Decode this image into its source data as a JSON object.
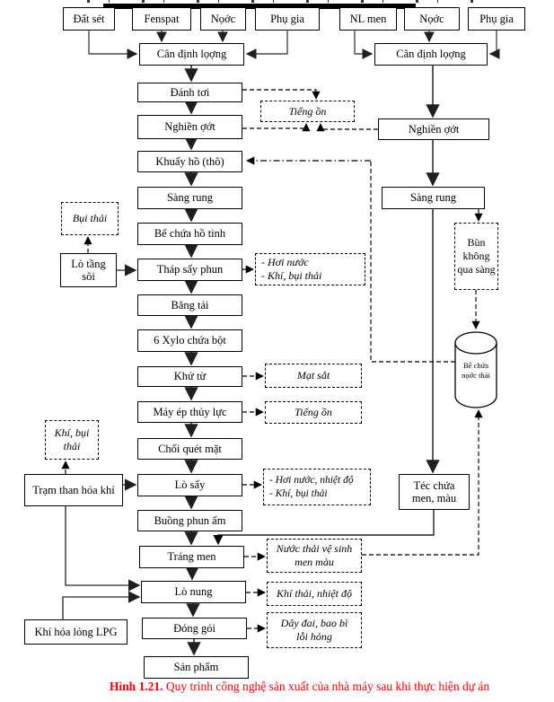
{
  "colors": {
    "flow_line": "#4a4a4a",
    "dashed_line": "#000000",
    "box_border": "#000000",
    "caption": "#ff0000"
  },
  "nodes": {
    "dat_set": "Đất sét",
    "fenspat": "Fenspat",
    "nuoc_1": "Nọớc",
    "phu_gia_1": "Phụ gia",
    "nl_men": "NL men",
    "nuoc_2": "Nọớc",
    "phu_gia_2": "Phụ gia",
    "can_dinh_luong_1": "Cân định lọợng",
    "can_dinh_luong_2": "Cân định lọợng",
    "danh_toi": "Đánh tơi",
    "nghien_uot_1": "Nghiền ợớt",
    "khuay_ho": "Khuấy hồ (thô)",
    "sang_rung_1": "Sàng rung",
    "be_chua_ho_tinh": "Bể chứa hồ tinh",
    "thap_say_phun": "Tháp sấy phun",
    "bang_tai": "Băng tải",
    "xylo": "6 Xylo chứa bột",
    "khu_tu": "Khử từ",
    "may_ep": "Máy ép thủy lực",
    "choi_quet": "Chổi quét mặt",
    "lo_say": "Lò sấy",
    "buong_phun_am": "Buồng phun ẩm",
    "trang_men": "Tráng men",
    "lo_nung": "Lò nung",
    "dong_goi": "Đóng gói",
    "san_pham": "Sản phẩm",
    "lo_tang_soi": "Lò tầng sôi",
    "tram_than": "Trạm than hóa khí",
    "lpg": "Khí hóa lỏng LPG",
    "nghien_uot_2": "Nghiền ợớt",
    "sang_rung_2": "Sàng rung",
    "tec_chua": {
      "lines": [
        "Téc chứa",
        "men, màu"
      ]
    },
    "be_chua_nuoc_thai": "Bể chứa nọớc thải"
  },
  "annotations": {
    "bui_thai": "Bụi thải",
    "tieng_on_1": "Tiếng ồn",
    "hoi_nuoc_1": {
      "lines": [
        "- Hơi nước",
        "- Khí, bụi thải"
      ]
    },
    "mat_sat": "Mạt sắt",
    "tieng_on_2": "Tiếng ồn",
    "khi_bui_thai": "Khí, bụi thải",
    "hoi_nuoc_2": {
      "lines": [
        "- Hơi nước, nhiệt độ",
        "- Khí, bụi thải"
      ]
    },
    "nuoc_thai_ve_sinh": {
      "lines": [
        "Nước thải vệ sinh",
        "men màu"
      ]
    },
    "khi_thai": "Khí thải, nhiệt độ",
    "day_dai": {
      "lines": [
        "Dây đai, bao bì",
        "lỗi hỏng"
      ]
    },
    "bun_khong_qua_sang": "Bùn không qua sàng"
  },
  "caption": {
    "label": "Hình 1.21.",
    "text": " Quy trình công nghệ sản xuất của nhà máy sau khi thực hiện dự án"
  }
}
